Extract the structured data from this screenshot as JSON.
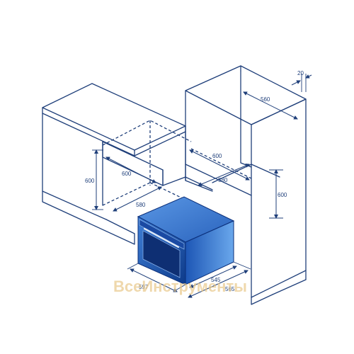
{
  "dimensions": {
    "niche_lower_height": "600",
    "niche_lower_width": "600",
    "niche_lower_depth": "580",
    "niche_upper_height": "600",
    "niche_upper_width": "600",
    "niche_upper_depth": "580",
    "top_depth": "560",
    "top_gap": "20",
    "oven_width": "597",
    "oven_depth_body": "545",
    "oven_depth_total": "565"
  },
  "watermark": "ВсеИнструменты",
  "colors": {
    "line": "#1f3f7a",
    "oven_dark": "#0b2f7a",
    "oven_light": "#4a90e0",
    "watermark": "#e9c88a"
  }
}
